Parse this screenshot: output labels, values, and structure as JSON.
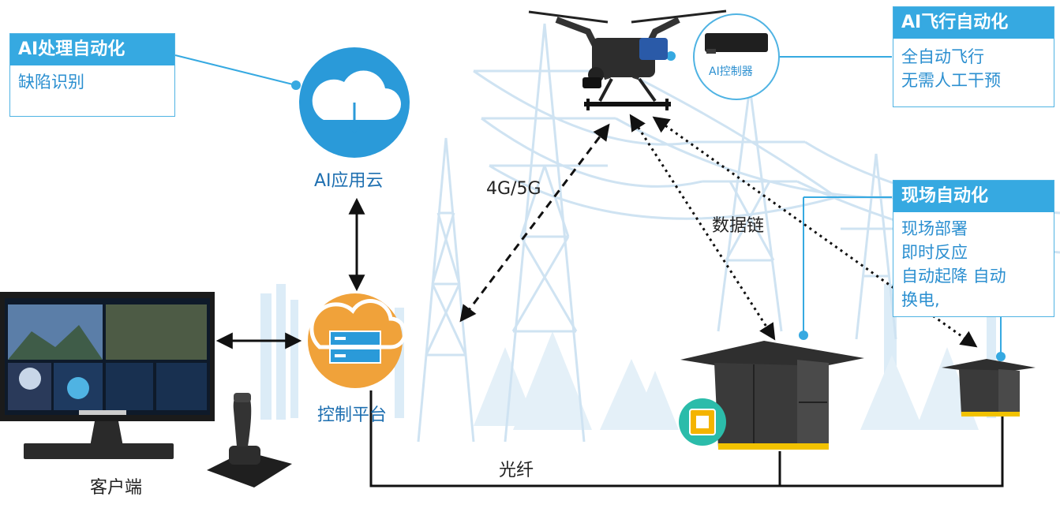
{
  "boxes": {
    "ai_processing": {
      "title": "AI处理自动化",
      "lines": [
        "缺陷识别"
      ]
    },
    "ai_flight": {
      "title": "AI飞行自动化",
      "lines": [
        "全自动飞行",
        "无需人工干预"
      ]
    },
    "site_automation": {
      "title": "现场自动化",
      "lines": [
        "现场部署",
        "即时反应",
        "自动起降 自动",
        "换电,"
      ]
    }
  },
  "nodes": {
    "cloud": "AI应用云",
    "platform": "控制平台",
    "client": "客户端",
    "ai_controller": "AI控制器"
  },
  "links": {
    "cellular": "4G/5G",
    "datalink": "数据链",
    "fiber": "光纤"
  },
  "colors": {
    "accent": "#36a9e1",
    "cloud_circle": "#2a9ad9",
    "platform_circle": "#f0a23a",
    "chip_circle": "#2bbcaa"
  }
}
